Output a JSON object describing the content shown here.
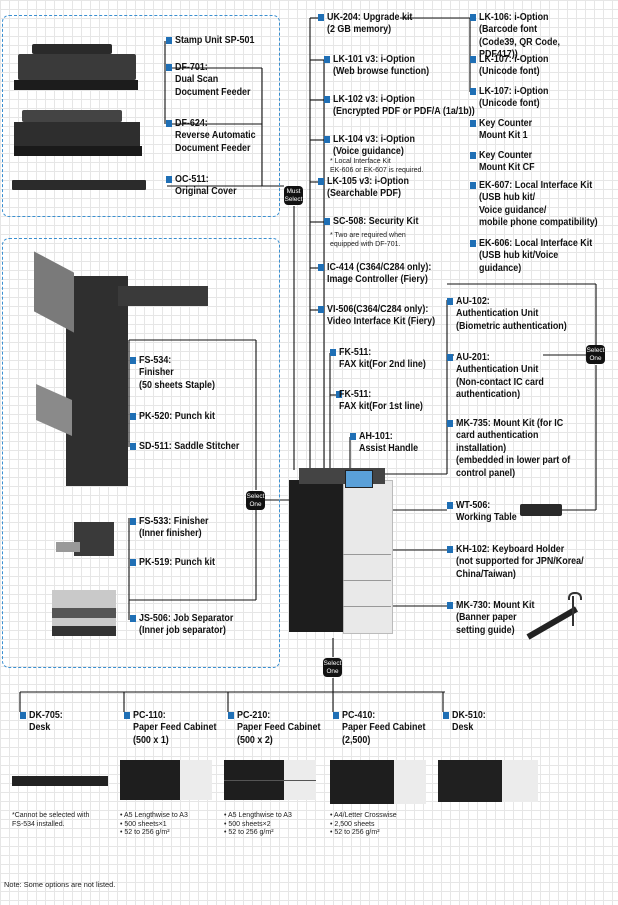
{
  "diagram": {
    "select_one": "Select\nOne",
    "must_select": "Must\nSelect",
    "footnote": "Note: Some options are not listed.",
    "accent_color": "#1f6fb5",
    "dashed_border_color": "#3a8fd0",
    "left_options": [
      {
        "id": "sp501",
        "text": "Stamp Unit SP-501"
      },
      {
        "id": "df701",
        "text": "DF-701:\nDual Scan\nDocument Feeder"
      },
      {
        "id": "df624",
        "text": "DF-624:\nReverse Automatic\nDocument Feeder"
      },
      {
        "id": "oc511",
        "text": "OC-511:\nOriginal Cover"
      },
      {
        "id": "fs534",
        "text": "FS-534:\nFinisher\n(50 sheets Staple)"
      },
      {
        "id": "pk520",
        "text": "PK-520: Punch kit"
      },
      {
        "id": "sd511",
        "text": "SD-511: Saddle Stitcher"
      },
      {
        "id": "fs533",
        "text": "FS-533: Finisher\n(Inner finisher)"
      },
      {
        "id": "pk519",
        "text": "PK-519: Punch kit"
      },
      {
        "id": "js506",
        "text": "JS-506: Job Separator\n(Inner job separator)"
      }
    ],
    "center_options": [
      {
        "id": "uk204",
        "text": "UK-204: Upgrade kit\n(2 GB memory)"
      },
      {
        "id": "lk101",
        "text": "LK-101 v3: i-Option\n(Web browse function)"
      },
      {
        "id": "lk102",
        "text": "LK-102 v3: i-Option\n(Encrypted PDF or PDF/A (1a/1b))"
      },
      {
        "id": "lk104",
        "text": "LK-104 v3: i-Option\n(Voice guidance)"
      },
      {
        "id": "lk105",
        "text": "LK-105 v3: i-Option\n(Searchable PDF)"
      },
      {
        "id": "sc508",
        "text": "SC-508: Security Kit"
      },
      {
        "id": "ic414",
        "text": "IC-414 (C364/C284 only):\nImage Controller (Fiery)"
      },
      {
        "id": "vi506",
        "text": "VI-506(C364/C284 only):\nVideo Interface Kit (Fiery)"
      },
      {
        "id": "fk511a",
        "text": "FK-511:\nFAX kit(For 2nd line)"
      },
      {
        "id": "fk511b",
        "text": "FK-511:\nFAX kit(For 1st line)"
      },
      {
        "id": "ah101",
        "text": "AH-101:\nAssist Handle"
      }
    ],
    "center_notes": {
      "lk104": "* Local Interface Kit\nEK-606 or EK-607 is required.",
      "sc508": "* Two are required when\nequipped with DF-701."
    },
    "right_options": [
      {
        "id": "lk106",
        "text": "LK-106: i-Option\n(Barcode font\n(Code39, QR Code, PDF417))"
      },
      {
        "id": "lk107a",
        "text": "LK-107: i-Option\n(Unicode font)"
      },
      {
        "id": "lk107b",
        "text": "LK-107: i-Option\n(Unicode font)"
      },
      {
        "id": "keycounter1",
        "text": "Key Counter\nMount Kit 1"
      },
      {
        "id": "keycountercf",
        "text": "Key Counter\nMount Kit CF"
      },
      {
        "id": "ek607",
        "text": "EK-607: Local Interface Kit\n(USB hub kit/\nVoice guidance/\nmobile phone compatibility)"
      },
      {
        "id": "ek606",
        "text": "EK-606: Local Interface Kit\n(USB hub kit/Voice guidance)"
      },
      {
        "id": "au102",
        "text": "AU-102:\nAuthentication Unit\n(Biometric authentication)"
      },
      {
        "id": "au201",
        "text": "AU-201:\nAuthentication Unit\n(Non-contact IC card\nauthentication)"
      },
      {
        "id": "mk735",
        "text": "MK-735: Mount Kit (for IC\ncard authentication\ninstallation)\n(embedded in lower part of\ncontrol panel)"
      },
      {
        "id": "wt506",
        "text": "WT-506:\nWorking Table"
      },
      {
        "id": "kh102",
        "text": "KH-102: Keyboard Holder\n(not supported for JPN/Korea/\nChina/Taiwan)"
      },
      {
        "id": "mk730",
        "text": "MK-730: Mount Kit\n(Banner paper\nsetting guide)"
      }
    ],
    "bottom_options": [
      {
        "id": "dk705",
        "text": "DK-705:\nDesk",
        "note": "*Cannot be selected with\n  FS-534 installed."
      },
      {
        "id": "pc110",
        "text": "PC-110:\nPaper Feed Cabinet\n(500 x 1)",
        "note": "• A5 Lengthwise to A3\n• 500 sheets×1\n• 52 to 256 g/m²"
      },
      {
        "id": "pc210",
        "text": "PC-210:\nPaper Feed Cabinet\n(500 x 2)",
        "note": "• A5 Lengthwise to A3\n• 500 sheets×2\n• 52 to 256 g/m²"
      },
      {
        "id": "pc410",
        "text": "PC-410:\nPaper Feed Cabinet\n(2,500)",
        "note": "• A4/Letter Crosswise\n• 2,500 sheets\n• 52 to 256 g/m²"
      },
      {
        "id": "dk510",
        "text": "DK-510:\nDesk",
        "note": ""
      }
    ]
  }
}
